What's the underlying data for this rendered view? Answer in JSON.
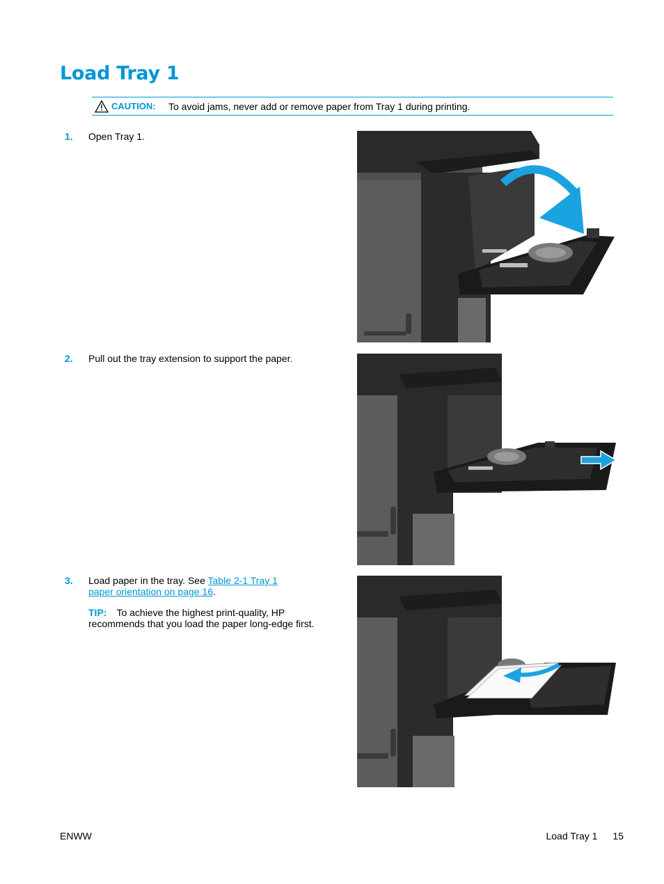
{
  "page_title": "Load Tray 1",
  "caution": {
    "label": "CAUTION:",
    "text": "To avoid jams, never add or remove paper from Tray 1 during printing."
  },
  "steps": [
    {
      "num": "1.",
      "text": "Open Tray 1."
    },
    {
      "num": "2.",
      "text": "Pull out the tray extension to support the paper."
    },
    {
      "num": "3.",
      "text_before": "Load paper in the tray. See ",
      "link_text": "Table 2-1 Tray 1 paper orientation on page 16",
      "text_after": "."
    }
  ],
  "tip": {
    "label": "TIP:",
    "text": "To achieve the highest print-quality, HP recommends that you load the paper long-edge first."
  },
  "footer": {
    "left": "ENWW",
    "section": "Load Tray 1",
    "page_number": "15"
  },
  "colors": {
    "accent": "#0096d6",
    "printer_body": "#5a5a5a",
    "printer_dark": "#1f1f1f",
    "arrow": "#1aa3e0"
  }
}
